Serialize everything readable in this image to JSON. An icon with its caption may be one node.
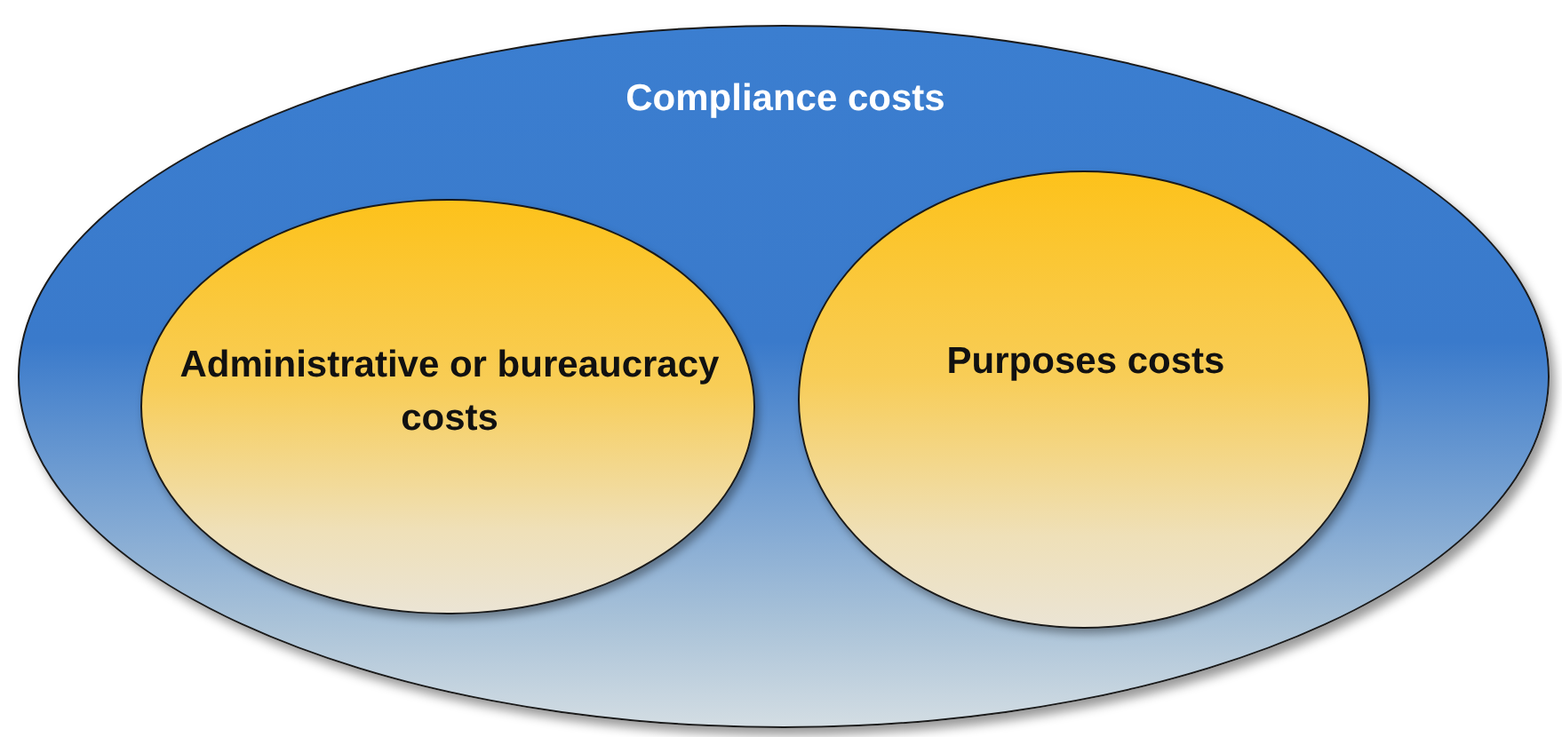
{
  "diagram": {
    "nodes": [
      {
        "text": [
          "Compliance costs"
        ]
      },
      {
        "text": [
          "Administrative or bureaucracy costs"
        ],
        "in": 0
      },
      {
        "text": [
          "Purposes costs"
        ],
        "in": 0
      }
    ]
  }
}
